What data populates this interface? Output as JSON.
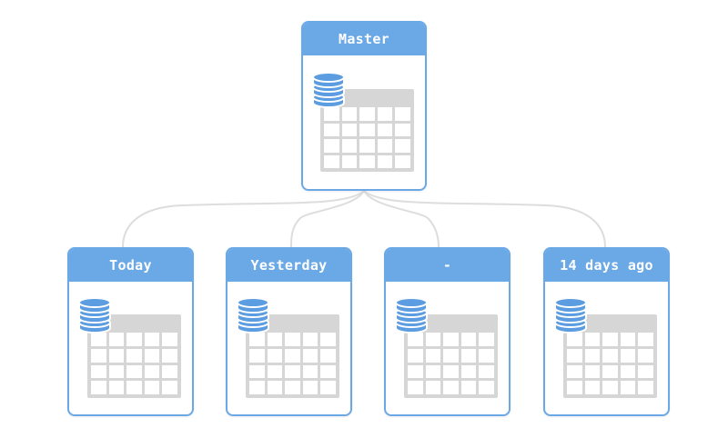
{
  "diagram": {
    "master": {
      "label": "Master",
      "icon": "database-icon"
    },
    "snapshots": [
      {
        "label": "Today"
      },
      {
        "label": "Yesterday"
      },
      {
        "label": "-"
      },
      {
        "label": "14 days ago"
      }
    ],
    "colors": {
      "header": "#6aa8e6",
      "database": "#5b9de0",
      "table": "#d6d6d6",
      "connector": "#dddddd"
    }
  }
}
